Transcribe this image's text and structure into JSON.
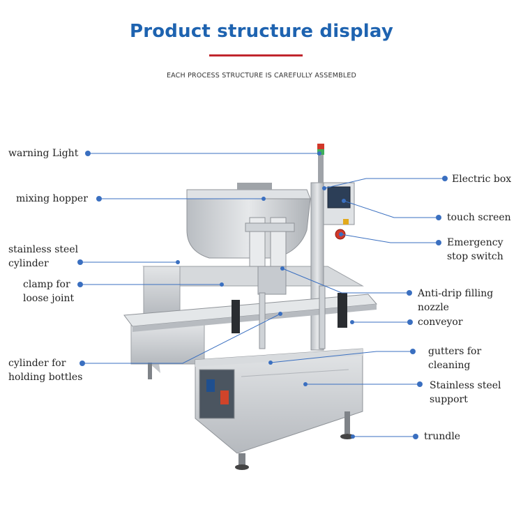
{
  "header": {
    "title": "Product structure display",
    "subtitle": "EACH PROCESS STRUCTURE IS CAREFULLY ASSEMBLED"
  },
  "colors": {
    "title": "#1e63b0",
    "rule": "#c0262e",
    "leader": "#3a6fc0",
    "steel": "#c9ccd0"
  },
  "labels": {
    "warning_light": "warning Light",
    "mixing_hopper": "mixing hopper",
    "cylinder_1": "stainless steel",
    "cylinder_2": "cylinder",
    "clamp_1": "clamp for",
    "clamp_2": "loose joint",
    "holding_1": "cylinder for",
    "holding_2": "holding bottles",
    "electric_box": "Electric box",
    "touch_screen": "touch screen",
    "emergency_1": "Emergency",
    "emergency_2": "stop switch",
    "nozzle_1": "Anti-drip filling",
    "nozzle_2": "nozzle",
    "conveyor": "conveyor",
    "gutters_1": "gutters for",
    "gutters_2": "cleaning",
    "support_1": "Stainless steel",
    "support_2": "support",
    "trundle": "trundle"
  }
}
